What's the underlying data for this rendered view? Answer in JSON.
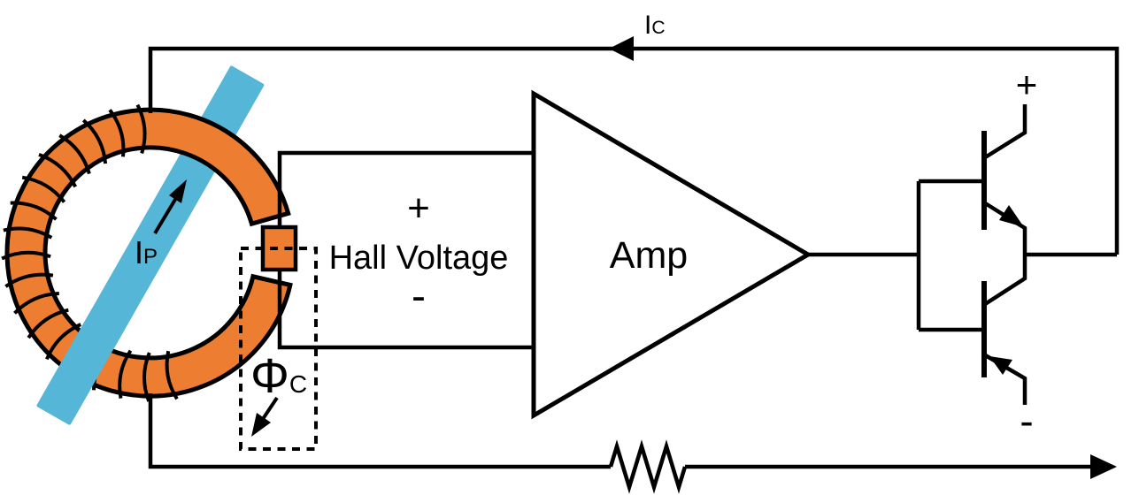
{
  "diagram": {
    "labels": {
      "compensation_current": {
        "base": "I",
        "sub": "C"
      },
      "primary_current": {
        "base": "I",
        "sub": "P"
      },
      "compensation_flux": {
        "base": "Φ",
        "sub": "C"
      },
      "hall_plus": "+",
      "hall_voltage": "Hall Voltage",
      "hall_minus": "-",
      "amplifier": "Amp",
      "output_plus": "+",
      "output_minus": "-"
    },
    "colors": {
      "winding": "#ED7D31",
      "primary_conductor": "#56B6D8",
      "line": "#000000",
      "background": "#FFFFFF"
    }
  }
}
